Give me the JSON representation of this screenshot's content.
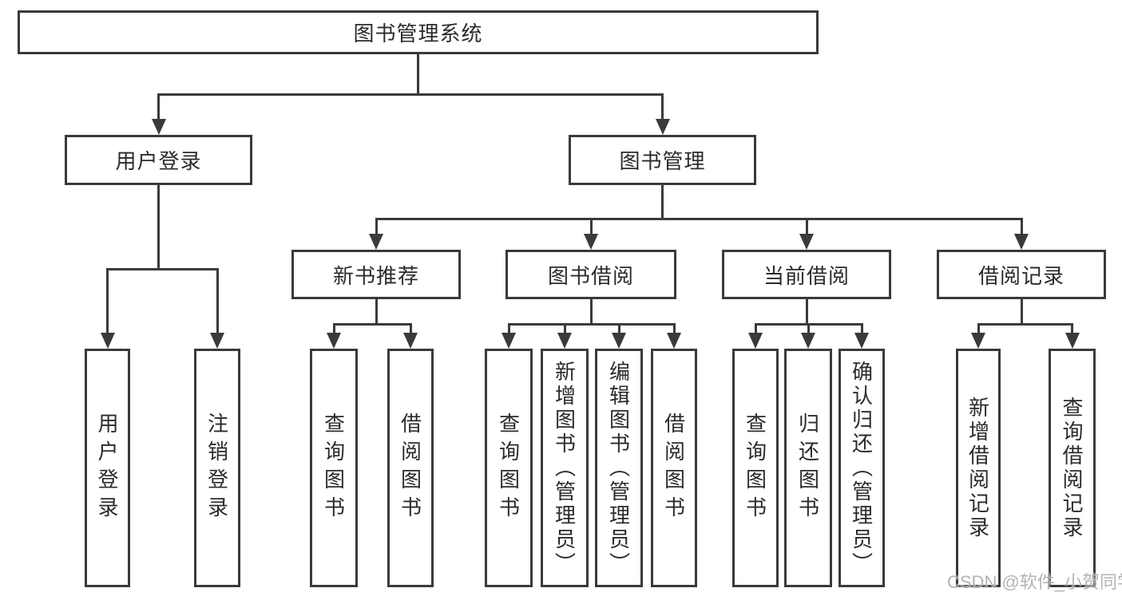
{
  "diagram": {
    "root": {
      "label": "图书管理系统"
    },
    "branches": [
      {
        "label": "用户登录",
        "children": [
          {
            "label": "用户登录"
          },
          {
            "label": "注销登录"
          }
        ]
      },
      {
        "label": "图书管理",
        "children": [
          {
            "label": "新书推荐",
            "children": [
              {
                "label": "查询图书"
              },
              {
                "label": "借阅图书"
              }
            ]
          },
          {
            "label": "图书借阅",
            "children": [
              {
                "label": "查询图书"
              },
              {
                "label": "新增图书（管理员）"
              },
              {
                "label": "编辑图书（管理员）"
              },
              {
                "label": "借阅图书"
              }
            ]
          },
          {
            "label": "当前借阅",
            "children": [
              {
                "label": "查询图书"
              },
              {
                "label": "归还图书"
              },
              {
                "label": "确认归还（管理员）"
              }
            ]
          },
          {
            "label": "借阅记录",
            "children": [
              {
                "label": "新增借阅记录"
              },
              {
                "label": "查询借阅记录"
              }
            ]
          }
        ]
      }
    ]
  },
  "watermark": {
    "text": "CSDN @软件_小贺同学"
  },
  "colors": {
    "line": "#3a3a3a",
    "text": "#2b2b2b",
    "background": "#ffffff",
    "watermark": "#a6a6a6"
  }
}
